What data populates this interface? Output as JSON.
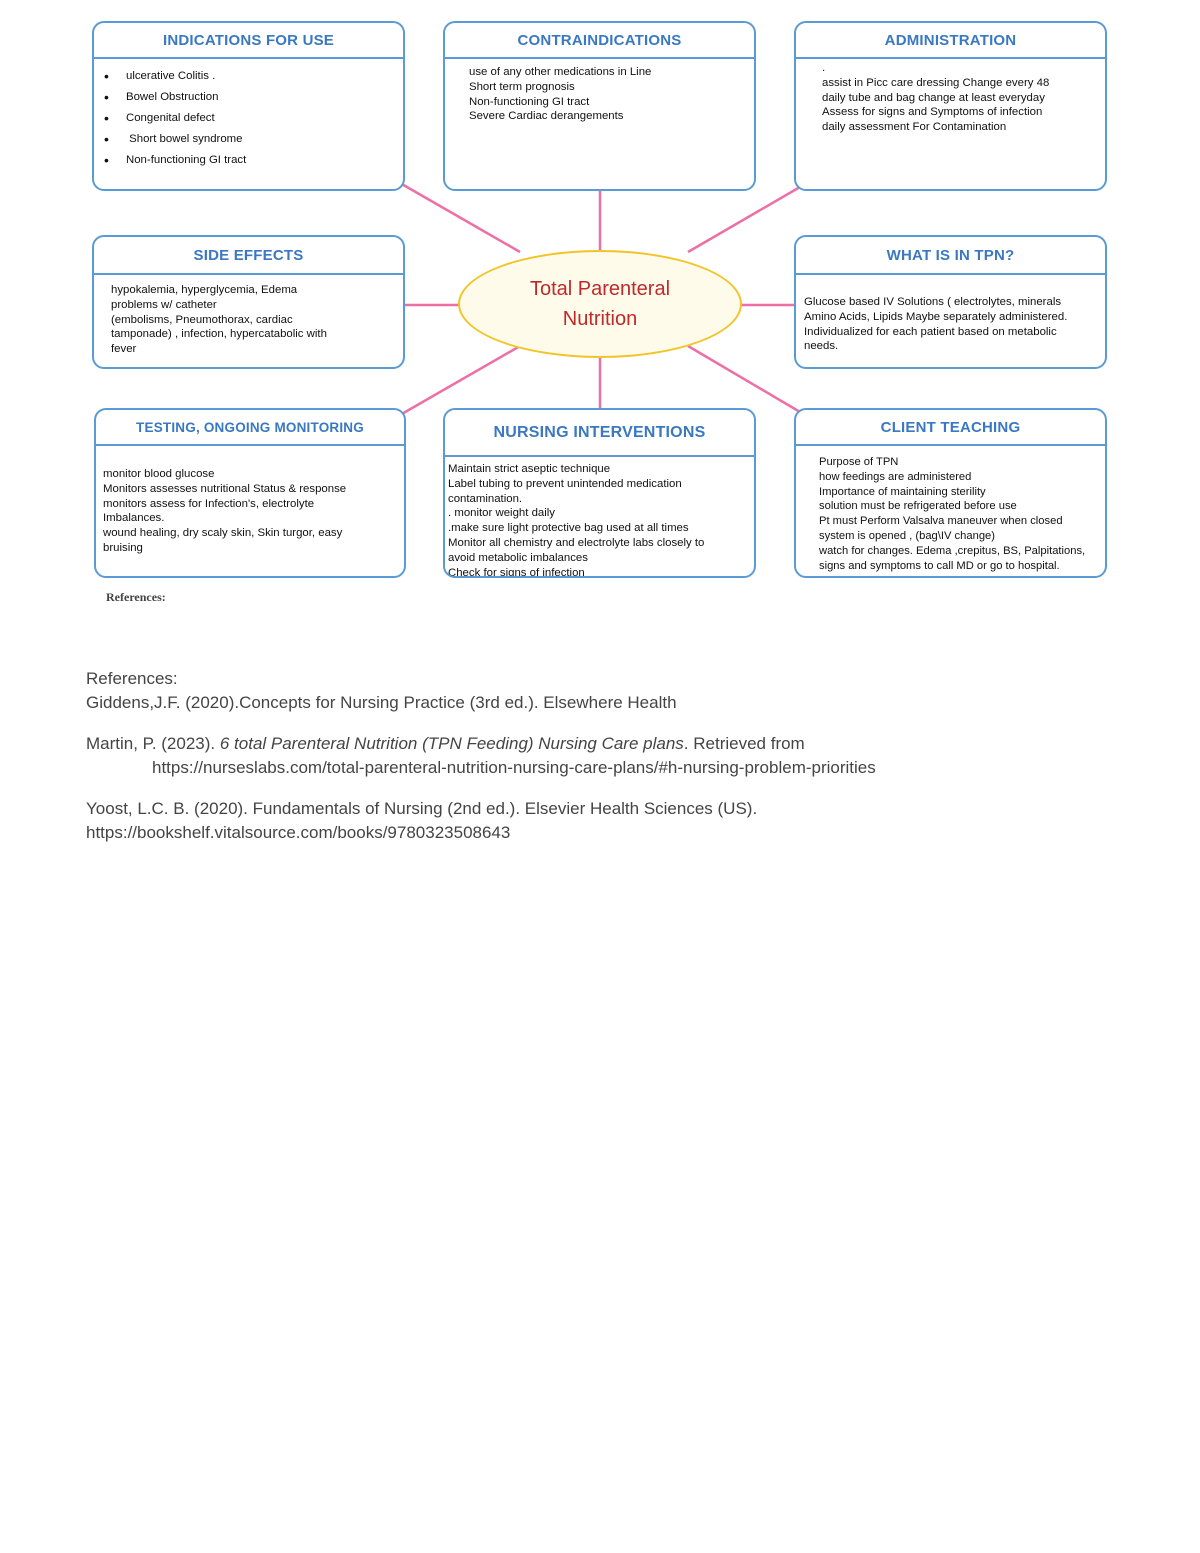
{
  "center_title": "Total Parenteral Nutrition",
  "colors": {
    "box_border": "#5b9bd5",
    "box_title": "#3a78c2",
    "connector": "#ec6fa5",
    "ellipse_border": "#f2c428",
    "center_text": "#c0292b"
  },
  "boxes": {
    "indications": {
      "title": "INDICATIONS FOR USE",
      "items": [
        "ulcerative Colitis .",
        "Bowel Obstruction",
        "Congenital defect",
        " Short bowel syndrome",
        "Non-functioning GI tract"
      ]
    },
    "contraindications": {
      "title": "CONTRAINDICATIONS",
      "text": "use of any other medications in Line\nShort term prognosis\nNon-functioning GI tract\nSevere Cardiac derangements"
    },
    "administration": {
      "title": "ADMINISTRATION",
      "text": ".\nassist in Picc care dressing Change every 48\ndaily tube and bag change at least everyday\nAssess for signs and Symptoms of infection\ndaily assessment For Contamination"
    },
    "side_effects": {
      "title": "SIDE EFFECTS",
      "text": "hypokalemia, hyperglycemia, Edema\nproblems w/ catheter\n(embolisms, Pneumothorax, cardiac\ntamponade) , infection, hypercatabolic with\nfever"
    },
    "whats_in": {
      "title": "WHAT IS IN TPN?",
      "text": "Glucose based IV Solutions ( electrolytes, minerals\nAmino Acids, Lipids Maybe separately administered.\nIndividualized for each patient based on metabolic\nneeds."
    },
    "testing": {
      "title": "TESTING, ONGOING MONITORING",
      "text": "monitor blood glucose\nMonitors assesses nutritional Status & response\nmonitors assess for Infection's, electrolyte\nImbalances.\nwound healing, dry scaly skin, Skin turgor, easy\nbruising"
    },
    "nursing": {
      "title": "NURSING INTERVENTIONS",
      "text": "Maintain strict aseptic technique\nLabel tubing to prevent unintended medication\ncontamination.\n. monitor weight daily\n.make sure light protective bag used at all times\nMonitor all chemistry and electrolyte labs closely to\navoid metabolic imbalances\n Check for signs of infection"
    },
    "teaching": {
      "title": "CLIENT TEACHING",
      "text": "Purpose of TPN\nhow feedings are administered\nImportance of maintaining sterility\nsolution must be refrigerated before use\nPt must Perform Valsalva maneuver when closed\nsystem is opened , (bag\\IV change)\nwatch for changes. Edema ,crepitus, BS, Palpitations,\nsigns and symptoms to call MD or go to hospital."
    }
  },
  "diagram_references_label": "References:",
  "references": {
    "heading": "References:",
    "ref1": "Giddens,J.F. (2020).Concepts for Nursing Practice (3rd ed.). Elsewhere Health",
    "ref2_prefix": "Martin, P. (2023). ",
    "ref2_title": "6 total Parenteral Nutrition (TPN Feeding) Nursing Care plans",
    "ref2_suffix": ". Retrieved from",
    "ref2_url": "https://nurseslabs.com/total-parenteral-nutrition-nursing-care-plans/#h-nursing-problem-priorities",
    "ref3_text": "Yoost, L.C. B. (2020). Fundamentals of Nursing (2nd ed.). Elsevier Health Sciences (US).",
    "ref3_url": "https://bookshelf.vitalsource.com/books/9780323508643"
  }
}
